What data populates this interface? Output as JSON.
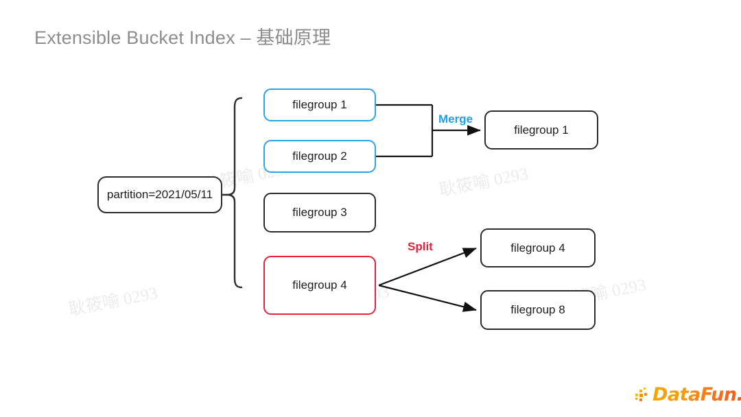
{
  "slide": {
    "title": "Extensible Bucket Index – 基础原理",
    "background_color": "#ffffff",
    "title_color": "#8d8d8d"
  },
  "colors": {
    "blue": "#2aa4e6",
    "red": "#e8203c",
    "dark": "#2b2b2b",
    "watermark": "#ececec"
  },
  "diagram": {
    "partition": {
      "label": "partition=2021/05/11",
      "border": "dark"
    },
    "filegroups": [
      {
        "label": "filegroup 1",
        "border": "blue"
      },
      {
        "label": "filegroup 2",
        "border": "blue"
      },
      {
        "label": "filegroup 3",
        "border": "dark"
      },
      {
        "label": "filegroup 4",
        "border": "red"
      }
    ],
    "merge": {
      "label": "Merge",
      "color": "#2aa4e6",
      "result": {
        "label": "filegroup 1",
        "border": "dark"
      }
    },
    "split": {
      "label": "Split",
      "color": "#e8203c",
      "results": [
        {
          "label": "filegroup 4",
          "border": "dark"
        },
        {
          "label": "filegroup 8",
          "border": "dark"
        }
      ]
    }
  },
  "watermarks": [
    {
      "text": "耿筱喻 0293"
    },
    {
      "text": "耿筱喻 0293"
    },
    {
      "text": "耿筱喻 0293"
    },
    {
      "text": "耿筱喻 0293"
    },
    {
      "text": "耿筱喻 0293"
    }
  ],
  "logo": {
    "text": "DataFun.",
    "mark": "pixel-dots-icon"
  }
}
